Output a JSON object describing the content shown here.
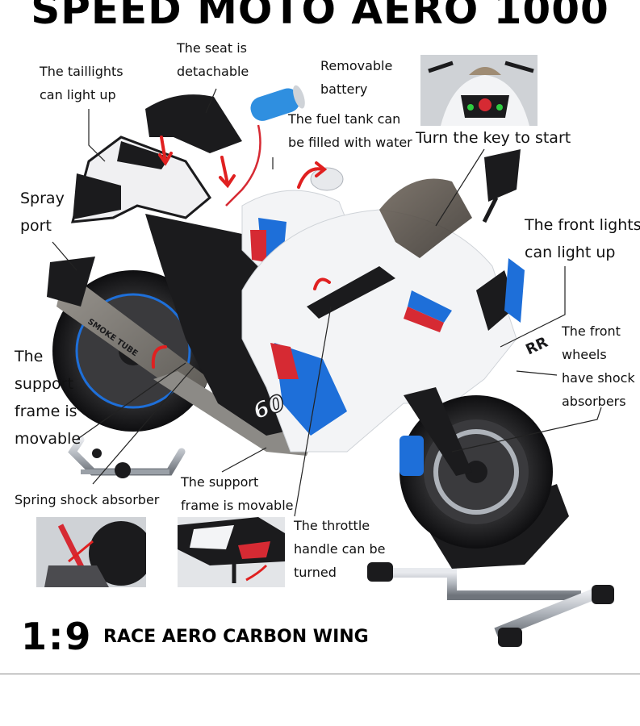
{
  "title": "SPEED MOTO AERO 1000",
  "scale": {
    "ratio": "1:9",
    "subtitle": "RACE AERO CARBON WING"
  },
  "callouts": {
    "taillights": [
      "The taillights",
      "can light up"
    ],
    "seat": [
      "The seat is",
      "detachable"
    ],
    "battery": [
      "Removable",
      "battery"
    ],
    "fuel_tank": [
      "The fuel tank can",
      "be filled with water"
    ],
    "key": [
      "Turn the key to start"
    ],
    "spray_port": [
      "Spray",
      "port"
    ],
    "front_lights": [
      "The front lights",
      "can light up"
    ],
    "support_frame_left": [
      "The",
      "support",
      "frame is",
      "movable"
    ],
    "front_wheels": [
      "The front",
      "wheels",
      "have shock",
      "absorbers"
    ],
    "spring_shock": [
      "Spring shock absorber"
    ],
    "support_frame_center": [
      "The support",
      "frame is movable"
    ],
    "throttle": [
      "The throttle",
      "handle can be",
      "turned"
    ]
  },
  "bike_markings": {
    "exhaust_text": "SMOKE TUBE",
    "race_number": "60",
    "fairing_badge": "RR"
  },
  "colors": {
    "fairing_white": "#f3f4f6",
    "stripe_blue": "#1e6fd9",
    "stripe_red": "#d62a33",
    "frame_black": "#1b1b1d",
    "battery_blue": "#2f8fe0",
    "arrow_red": "#e02020",
    "stand_silver": "#c8ccd2"
  }
}
